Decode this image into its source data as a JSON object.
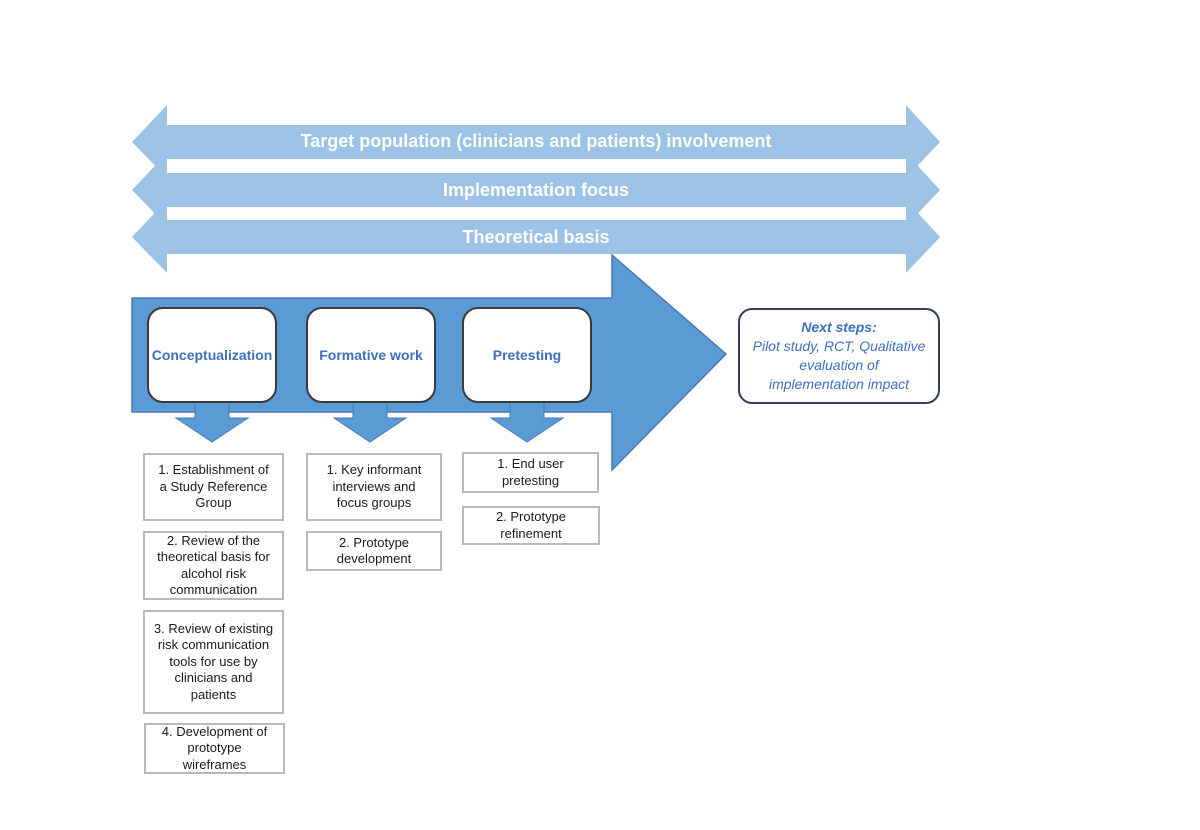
{
  "colors": {
    "band": "#9cc3e5",
    "main_arrow": "#5b9bd5",
    "down_arrow": "#5b9bd5",
    "stage_text": "#3f6fbd"
  },
  "bands": [
    "Target population (clinicians and patients) involvement",
    "Implementation focus",
    "Theoretical basis"
  ],
  "stages": [
    {
      "title": "Conceptualization",
      "steps": [
        "1. Establishment of a Study Reference Group",
        "2. Review of the theoretical basis for alcohol risk communication",
        "3. Review of existing risk communication tools for use by clinicians and patients",
        "4. Development of prototype wireframes"
      ]
    },
    {
      "title": "Formative work",
      "steps": [
        "1. Key informant interviews and focus groups",
        "2. Prototype development"
      ]
    },
    {
      "title": "Pretesting",
      "steps": [
        "1. End user pretesting",
        "2. Prototype refinement"
      ]
    }
  ],
  "next_steps": {
    "title": "Next steps:",
    "body": "Pilot study, RCT, Qualitative evaluation of implementation impact"
  }
}
